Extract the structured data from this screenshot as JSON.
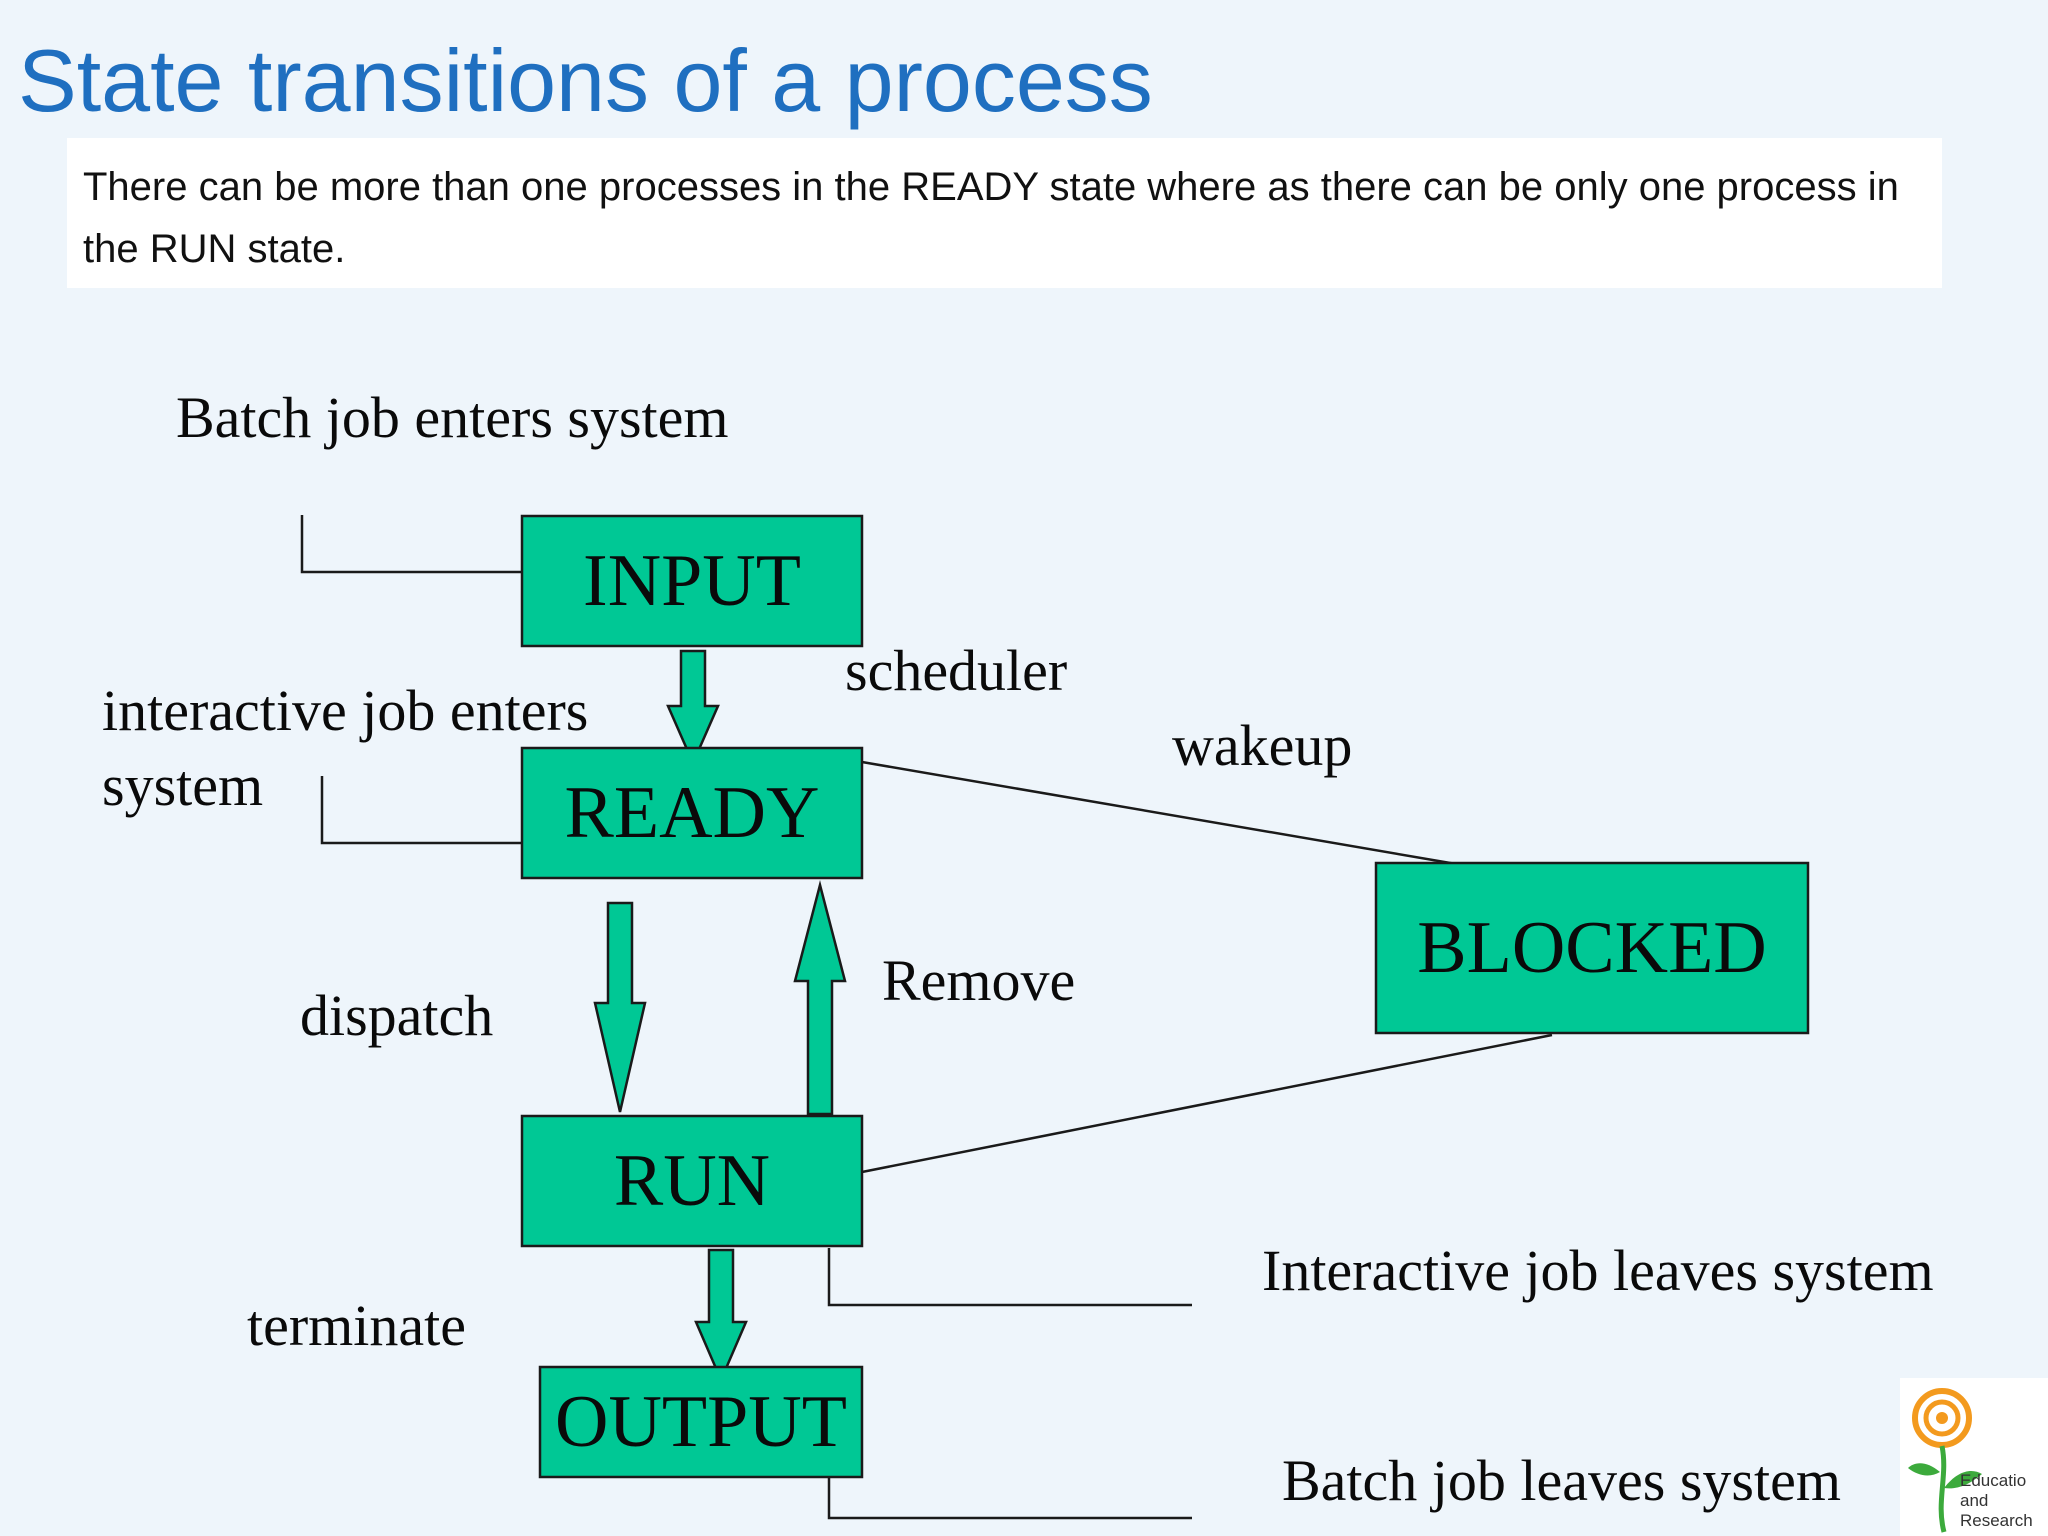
{
  "title": "State transitions of a process",
  "note": "There can be more than one processes in the READY state where as there can be only one process in the RUN state.",
  "states": {
    "input": "INPUT",
    "ready": "READY",
    "run": "RUN",
    "blocked": "BLOCKED",
    "output": "OUTPUT"
  },
  "labels": {
    "batch_enters": "Batch job enters system",
    "interactive_enters_1": "interactive job enters",
    "interactive_enters_2": "system",
    "scheduler": "scheduler",
    "wakeup": "wakeup",
    "dispatch": "dispatch",
    "remove": "Remove",
    "terminate": "terminate",
    "interactive_leaves": "Interactive job leaves system",
    "batch_leaves": "Batch job leaves system"
  },
  "logo": {
    "line1": "Educatio",
    "line2": "and",
    "line3": "Research"
  },
  "colors": {
    "state_fill": "#00c895",
    "title": "#1f6fc0",
    "background": "#eef5fb"
  }
}
